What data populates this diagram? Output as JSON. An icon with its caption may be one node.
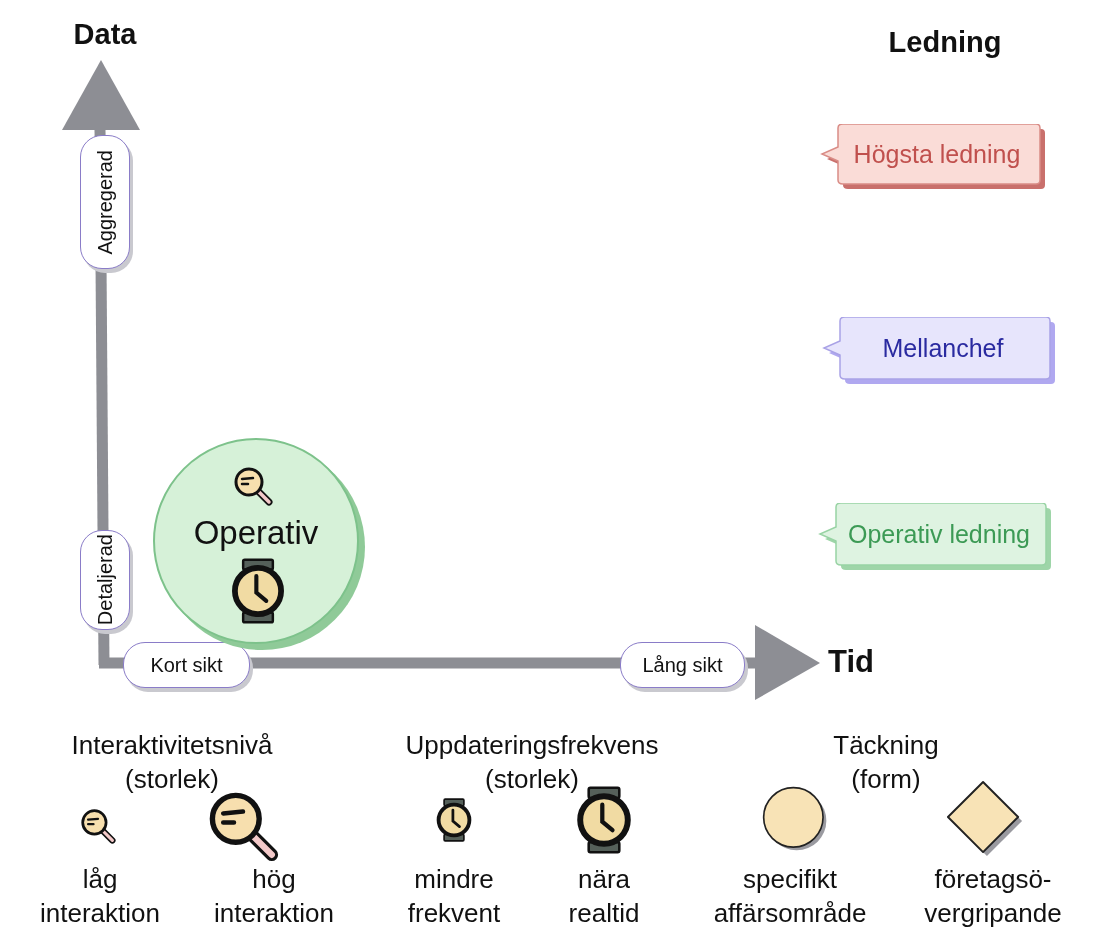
{
  "diagram": {
    "nodes": [
      {
        "text": [
          "Operativ"
        ]
      },
      {
        "text": [
          "Högsta ledning"
        ]
      },
      {
        "text": [
          "Mellanchef"
        ]
      },
      {
        "text": [
          "Operativ ledning"
        ]
      }
    ],
    "labels": [
      "Data",
      "Ledning",
      "Aggregerad",
      "Detaljerad",
      "Kort sikt",
      "Lång sikt",
      "Tid",
      "Interaktivitetsnivå (storlek)",
      "Uppdateringsfrekvens (storlek)",
      "Täckning (form)"
    ],
    "legend": [
      {
        "text": "låg interaktion"
      },
      {
        "text": "hög interaktion"
      },
      {
        "text": "mindre frekvent"
      },
      {
        "text": "nära realtid"
      },
      {
        "text": "specifikt affärsområde"
      },
      {
        "text": "företagsö- vergripande"
      }
    ]
  }
}
